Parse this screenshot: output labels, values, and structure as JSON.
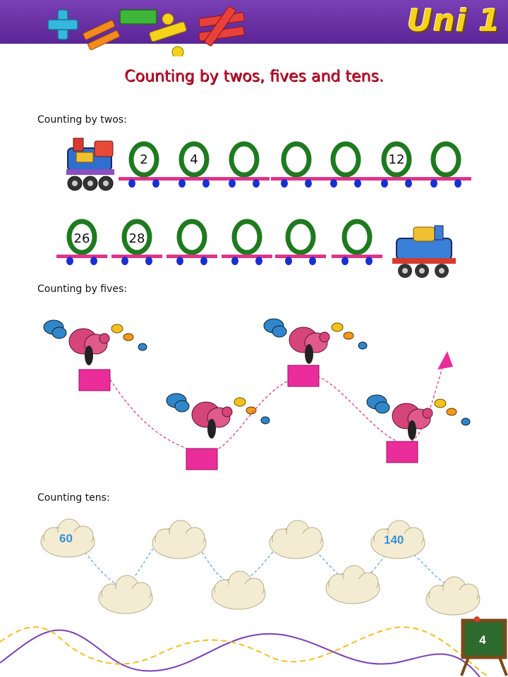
{
  "header": {
    "title": "Uni 1"
  },
  "page_title": "Counting by twos, fives and tens.",
  "sections": {
    "twos": {
      "label": "Counting by twos:",
      "row1": [
        "2",
        "4",
        "",
        "",
        "",
        "12",
        ""
      ],
      "row2": [
        "26",
        "28",
        "",
        "",
        "",
        ""
      ]
    },
    "fives": {
      "label": "Counting by fives:"
    },
    "tens": {
      "label": "Counting tens:",
      "top_clouds": [
        "60",
        "",
        "",
        "140"
      ],
      "bottom_clouds": [
        "",
        "",
        "",
        ""
      ]
    }
  },
  "footer": {
    "page_number": "4"
  },
  "colors": {
    "banner": "#6a30a8",
    "title_red": "#c8102e",
    "car_green": "#1f7a1f",
    "rail_pink": "#e0338a",
    "wheel_blue": "#1a2fd0",
    "box_magenta": "#ea2d9b",
    "cloud_number_blue": "#3a8fd9"
  }
}
